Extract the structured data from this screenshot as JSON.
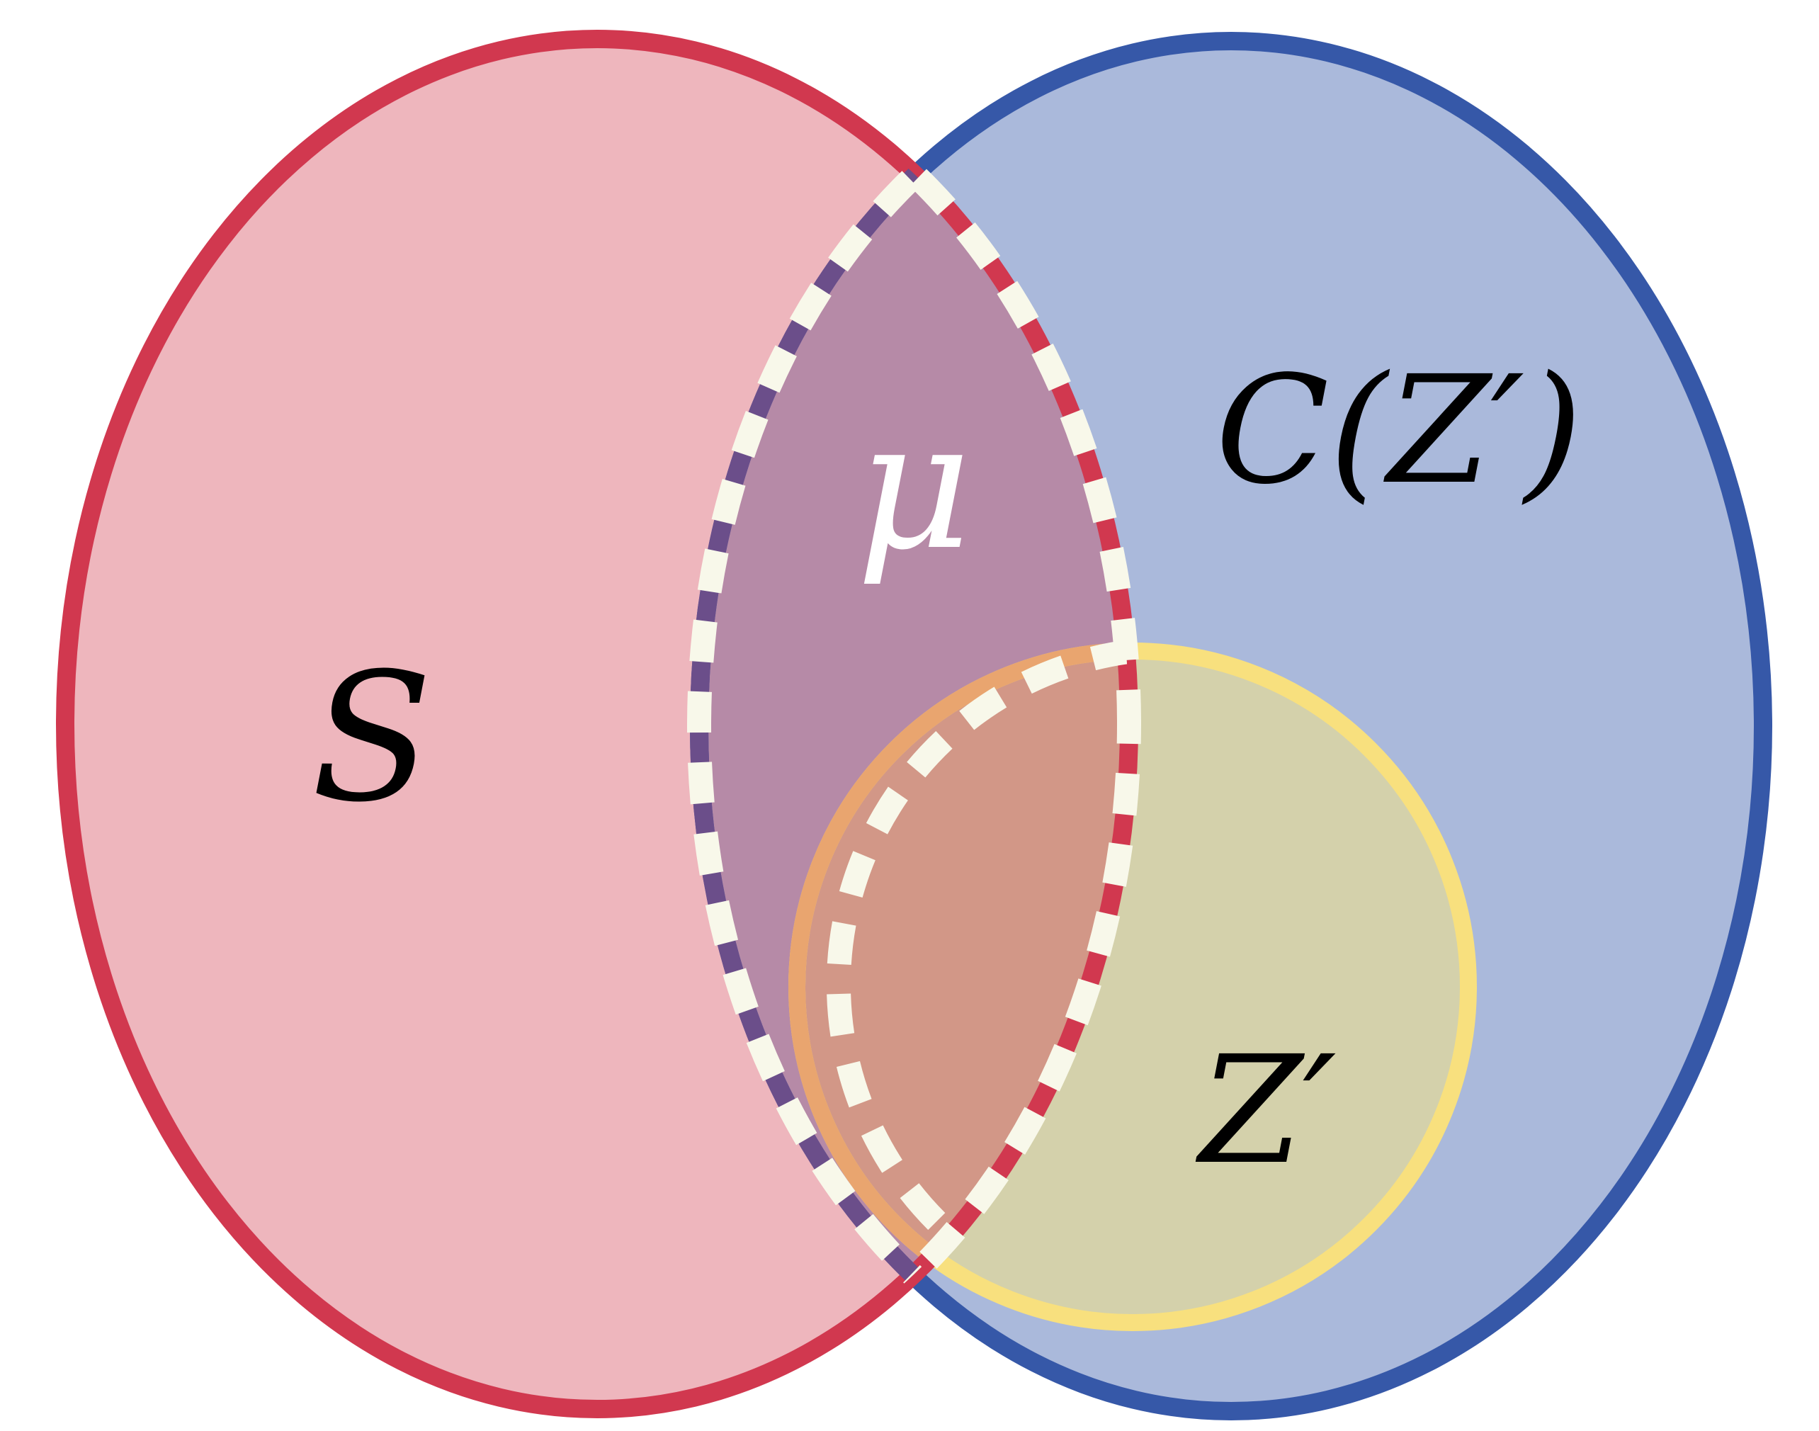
{
  "diagram": {
    "labels": {
      "s": "S",
      "mu": "μ",
      "cz": "C(Z′)",
      "z": "Z′"
    },
    "colors": {
      "s_fill": "#eeb6bd",
      "s_stroke": "#d1384f",
      "c_fill": "#aab9db",
      "c_stroke": "#3658a8",
      "overlap_fill": "#b68aa7",
      "z_fill": "#d4d1ab",
      "z_stroke": "#f8e07e",
      "triple_fill": "#d29787",
      "triple_stroke": "#e9a56f",
      "mu_boundary": "#6b4e8a",
      "dash": "#f8f8ea",
      "text_dark": "#000000",
      "text_light": "#ffffff"
    }
  }
}
